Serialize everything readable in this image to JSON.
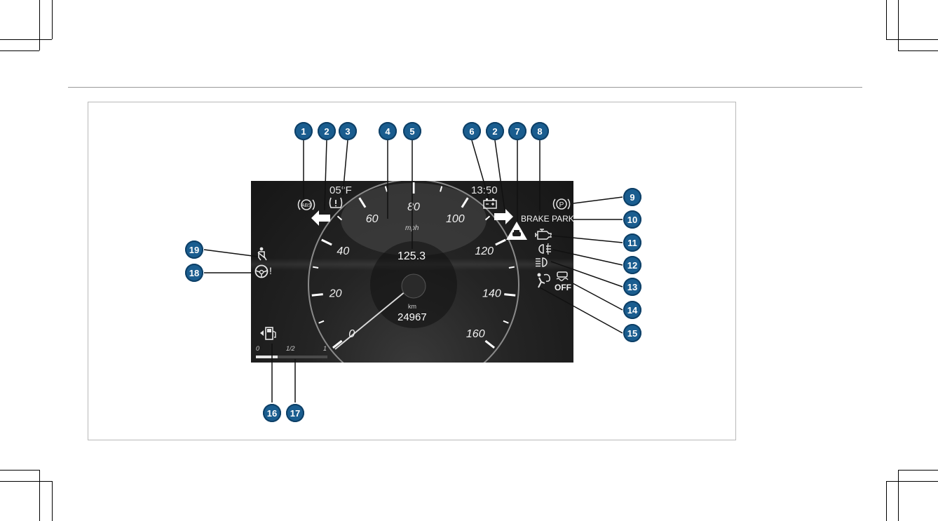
{
  "cluster": {
    "temperature": "05°F",
    "clock": "13:50",
    "speed_unit": "mph",
    "trip_value": "125.3",
    "odometer_unit": "km",
    "odometer_value": "24967",
    "brake_park": "BRAKE PARK",
    "esp_off": "OFF",
    "steering_warn_mark": "!",
    "speed_ticks": [
      "0",
      "20",
      "40",
      "60",
      "80",
      "100",
      "120",
      "140",
      "160"
    ],
    "fuel_scale": [
      "0",
      "1/2",
      "1"
    ],
    "fuel_level": 0.3
  },
  "icons": {
    "abs": "abs-warning-icon",
    "turn_left": "turn-signal-left-icon",
    "turn_right": "turn-signal-right-icon",
    "tire_pressure": "tire-pressure-icon",
    "battery": "battery-icon",
    "distance_warning": "distance-warning-icon",
    "parking_brake": "parking-brake-icon",
    "engine": "check-engine-icon",
    "rear_fog": "rear-fog-light-icon",
    "high_beam": "high-beam-icon",
    "esp_off": "esp-off-icon",
    "airbag": "airbag-icon",
    "fuel": "fuel-pump-icon",
    "steering": "steering-wheel-icon",
    "seatbelt": "seatbelt-icon"
  },
  "callouts": [
    "1",
    "2",
    "3",
    "4",
    "5",
    "6",
    "2",
    "7",
    "8",
    "9",
    "10",
    "11",
    "12",
    "13",
    "14",
    "15",
    "16",
    "17",
    "18",
    "19"
  ],
  "colors": {
    "callout": "#1a5d8f",
    "cluster_bg": "#1e1e1e",
    "tick": "#ffffff"
  }
}
